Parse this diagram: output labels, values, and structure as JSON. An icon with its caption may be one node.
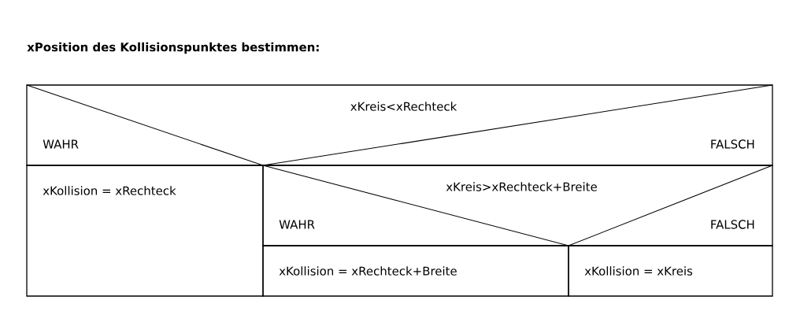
{
  "diagram": {
    "title": "xPosition des Kollisionspunktes bestimmen:",
    "nodes": [
      {
        "text": [
          "xKreis<xRechteck",
          "WAHR",
          "FALSCH"
        ]
      },
      {
        "text": [
          "xKollision = xRechteck"
        ]
      },
      {
        "text": [
          "xKreis>xRechteck+Breite",
          "WAHR",
          "FALSCH"
        ]
      },
      {
        "text": [
          "xKollision = xRechteck+Breite"
        ]
      },
      {
        "text": [
          "xKollision = xKreis"
        ]
      }
    ]
  }
}
